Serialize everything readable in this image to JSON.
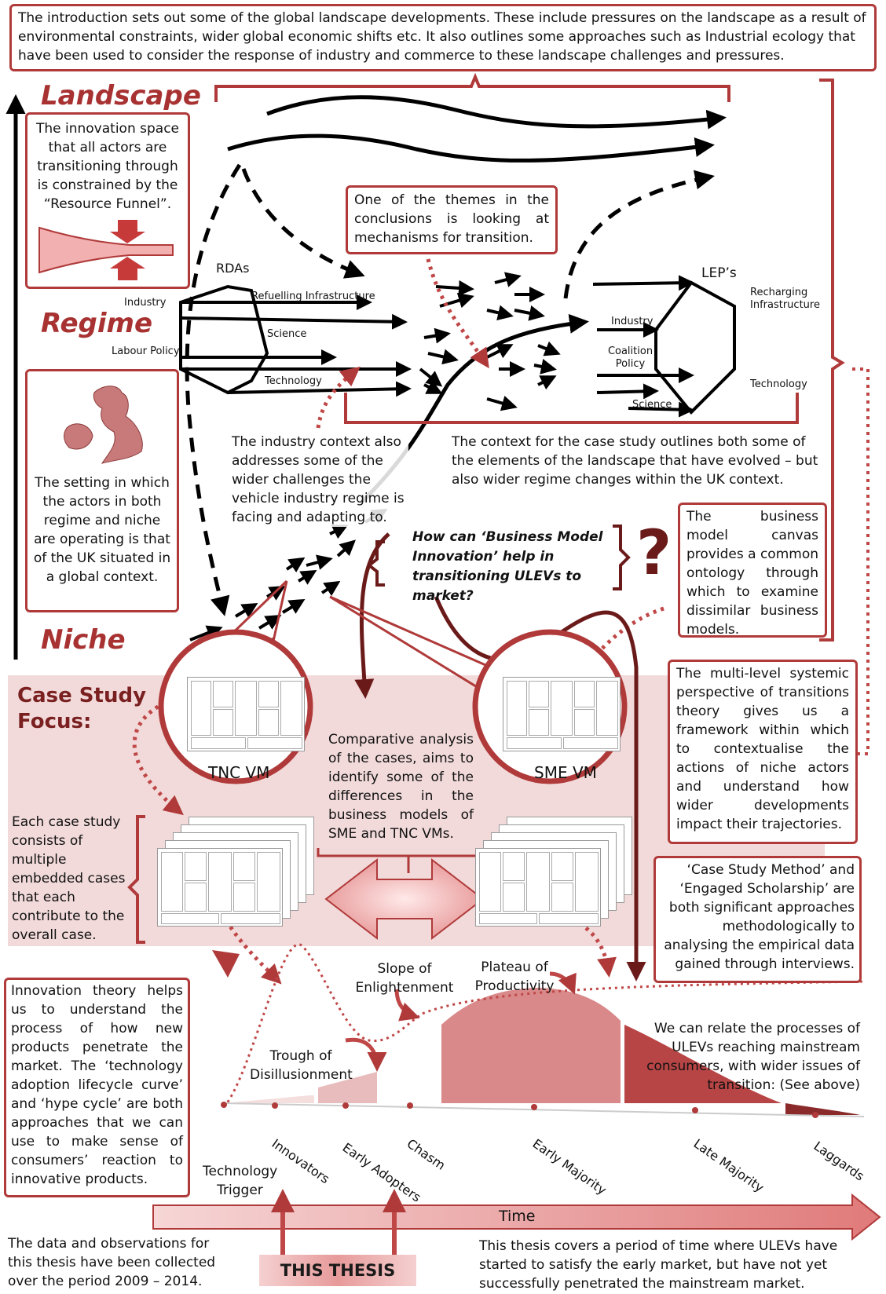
{
  "intro": "The introduction sets out some of the global landscape developments. These include pressures on the landscape as a result of environmental constraints, wider global economic shifts etc. It also outlines some approaches such as Industrial ecology that have been used to consider the response of industry and commerce to these landscape challenges and pressures.",
  "levels": {
    "landscape": "Landscape",
    "regime": "Regime",
    "niche": "Niche"
  },
  "funnel_box": "The innovation space that all actors are transitioning through is constrained by the “Resource Funnel”.",
  "uk_box": "The setting in which the actors in both regime and niche are operating is that of the UK situated in a global context.",
  "conclusions_box": "One of the themes in the conclusions is looking at mechanisms for transition.",
  "left_regime": {
    "rdas": "RDAs",
    "industry": "Industry",
    "labour": "Labour Policy",
    "refuelling": "Refuelling Infrastructure",
    "science": "Science",
    "technology": "Technology"
  },
  "right_regime": {
    "leps": "LEP’s",
    "recharging": "Recharging Infrastructure",
    "industry": "Industry",
    "coalition": "Coalition Policy",
    "technology": "Technology",
    "science": "Science"
  },
  "industry_context": "The industry context also addresses some of the wider challenges the vehicle industry regime is facing and adapting to.",
  "case_context": "The context for the case study outlines both some of the elements of the landscape that have evolved – but also wider regime changes within the UK context.",
  "question": "How can ‘Business Model Innovation’ help in transitioning ULEVs to market?",
  "question_mark": "?",
  "bmc_box": "The business model canvas provides a common ontology through which to examine dissimilar business models.",
  "mlp_box": "The multi-level systemic perspective of transitions theory gives us a framework within which to contextualise the actions of niche actors and understand how wider developments impact their trajectories.",
  "case_focus": "Case Study Focus:",
  "tnc_label": "TNC VM",
  "sme_label": "SME VM",
  "comparative": "Comparative analysis of the cases, aims to identify some of the differences in the business models of SME and TNC VMs.",
  "embedded": "Each case study consists of multiple embedded cases that each contribute to the overall case.",
  "method_box": "‘Case Study Method’ and ‘Engaged Scholarship’ are both significant approaches methodologically to analysing the empirical data gained through interviews.",
  "innovation_box": "Innovation theory helps us to understand the process of how new products penetrate the market. The ‘technology adoption lifecycle curve’ and ‘hype cycle’ are both approaches that we can use to make sense of consumers’ reaction to innovative products.",
  "hype": {
    "trigger": "Technology Trigger",
    "trough": "Trough of Disillusionment",
    "slope": "Slope of Enlightenment",
    "plateau": "Plateau of Productivity"
  },
  "adoption": {
    "innovators": "Innovators",
    "early_adopters": "Early Adopters",
    "chasm": "Chasm",
    "early_majority": "Early Majority",
    "late_majority": "Late Majority",
    "laggards": "Laggards"
  },
  "relate_text": "We can relate the processes of ULEVs reaching mainstream consumers, with wider issues of transition: (See above)",
  "time_label": "Time",
  "this_thesis": "THIS THESIS",
  "data_note": "The data and observations for this thesis have been collected over the period 2009 – 2014.",
  "period_note": "This thesis covers a period of time where ULEVs have started to satisfy the early market, but have not yet successfully penetrated the mainstream market.",
  "colors": {
    "accent": "#b03a3a",
    "dark": "#6b1a1a",
    "pink_band": "#f0dcdc",
    "curve_fill": "#d9898a",
    "curve_dark": "#b84545"
  }
}
